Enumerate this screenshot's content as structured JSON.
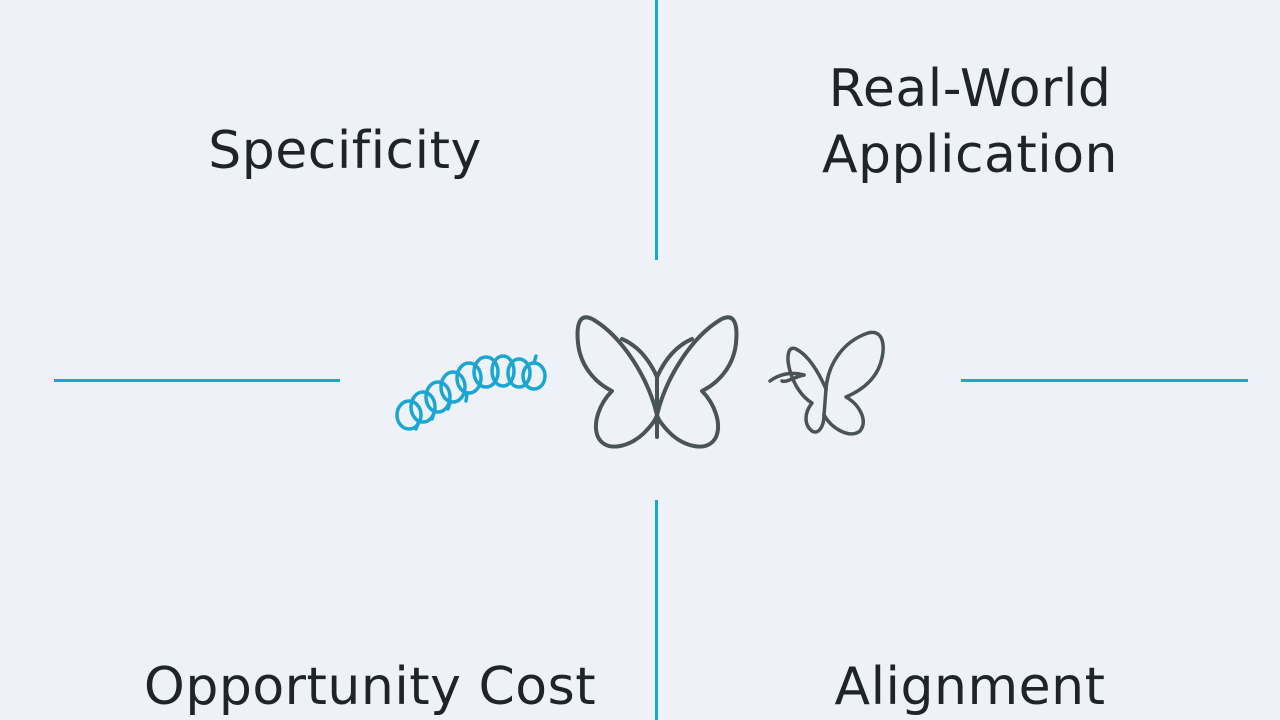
{
  "quadrants": {
    "top_left": "Specificity",
    "top_right_line1": "Real-World",
    "top_right_line2": "Application",
    "bottom_left": "Opportunity Cost",
    "bottom_right": "Alignment"
  },
  "icons": [
    "caterpillar-icon",
    "butterfly-icon",
    "small-butterfly-icon"
  ],
  "colors": {
    "background": "#eef2f8",
    "accent": "#1aa6d2",
    "text": "#1f2428",
    "icon_stroke": "#4a5358"
  }
}
